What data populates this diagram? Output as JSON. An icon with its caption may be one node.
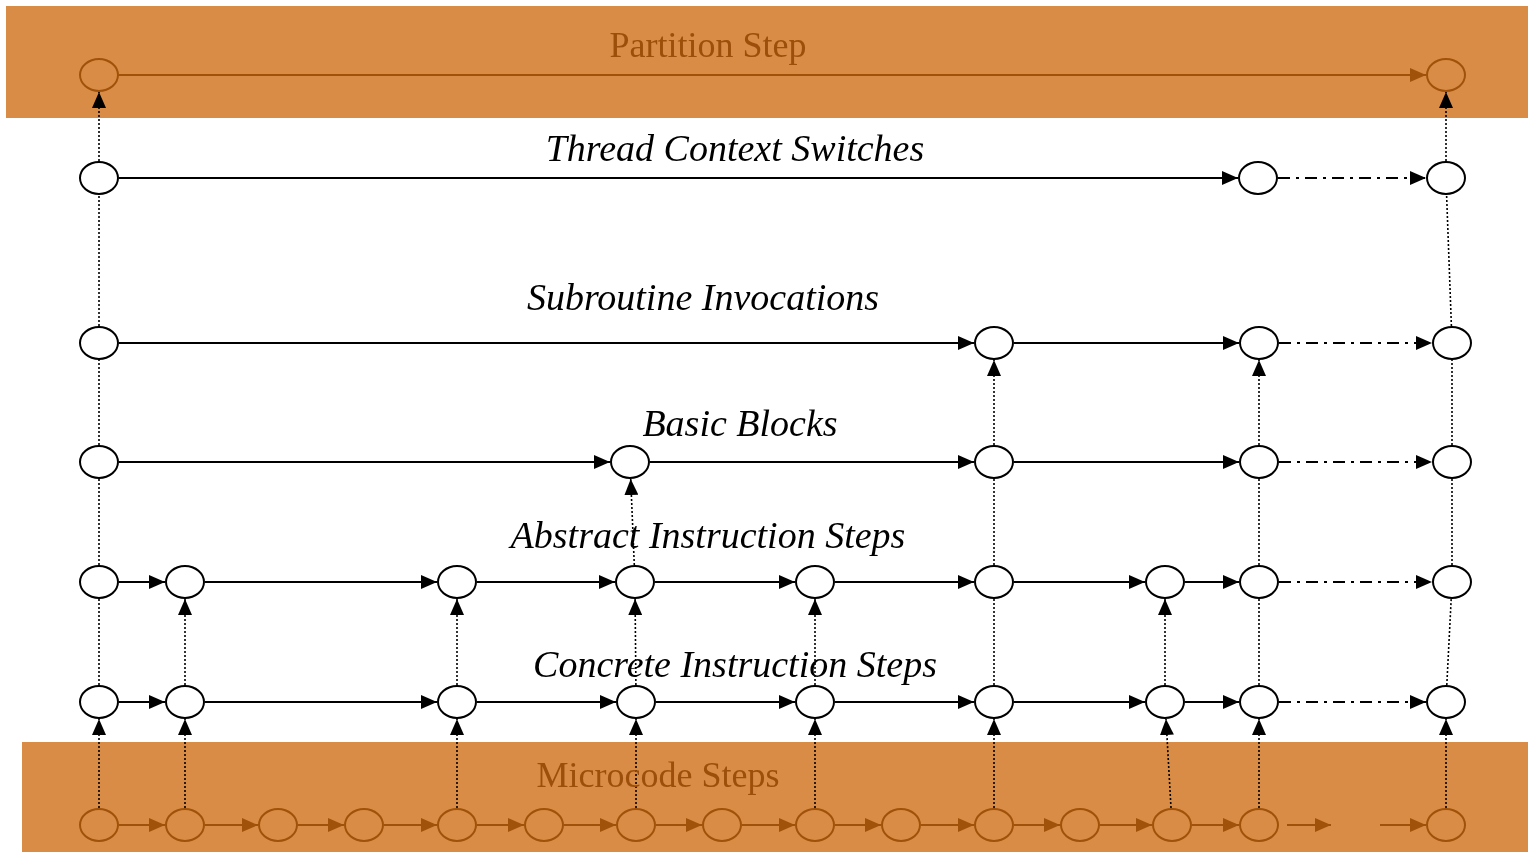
{
  "diagram": {
    "nodes": [
      {
        "text": [
          "Partition Step"
        ]
      },
      {
        "text": [],
        "shape": "circle",
        "in": 0
      },
      {
        "text": [],
        "shape": "circle",
        "in": 0
      },
      {
        "text": [],
        "shape": "circle"
      },
      {
        "text": [],
        "shape": "circle"
      },
      {
        "text": [],
        "shape": "circle"
      },
      {
        "text": [],
        "shape": "circle"
      },
      {
        "text": [],
        "shape": "circle"
      },
      {
        "text": [],
        "shape": "circle"
      },
      {
        "text": [],
        "shape": "circle"
      },
      {
        "text": [],
        "shape": "circle"
      },
      {
        "text": [],
        "shape": "circle"
      },
      {
        "text": [],
        "shape": "circle"
      },
      {
        "text": [],
        "shape": "circle"
      },
      {
        "text": [],
        "shape": "circle"
      },
      {
        "text": [],
        "shape": "circle"
      },
      {
        "text": [],
        "shape": "circle"
      },
      {
        "text": [],
        "shape": "circle"
      },
      {
        "text": [],
        "shape": "circle"
      },
      {
        "text": [],
        "shape": "circle"
      },
      {
        "text": [],
        "shape": "circle"
      },
      {
        "text": [],
        "shape": "circle"
      },
      {
        "text": [],
        "shape": "circle"
      },
      {
        "text": [],
        "shape": "circle"
      },
      {
        "text": [],
        "shape": "circle"
      },
      {
        "text": [],
        "shape": "circle"
      },
      {
        "text": [],
        "shape": "circle"
      },
      {
        "text": [],
        "shape": "circle"
      },
      {
        "text": [],
        "shape": "circle"
      },
      {
        "text": [],
        "shape": "circle"
      },
      {
        "text": [],
        "shape": "circle"
      },
      {
        "text": [],
        "shape": "circle"
      },
      {
        "text": [],
        "shape": "circle"
      },
      {
        "text": [
          "Microcode Steps"
        ]
      },
      {
        "text": [],
        "shape": "circle",
        "in": 33
      },
      {
        "text": [],
        "shape": "circle",
        "in": 33
      },
      {
        "text": [],
        "shape": "circle",
        "in": 33
      },
      {
        "text": [],
        "shape": "circle",
        "in": 33
      },
      {
        "text": [],
        "shape": "circle",
        "in": 33
      },
      {
        "text": [],
        "shape": "circle",
        "in": 33
      },
      {
        "text": [],
        "shape": "circle",
        "in": 33
      },
      {
        "text": [],
        "shape": "circle",
        "in": 33
      },
      {
        "text": [],
        "shape": "circle",
        "in": 33
      },
      {
        "text": [],
        "shape": "circle",
        "in": 33
      },
      {
        "text": [],
        "shape": "circle",
        "in": 33
      },
      {
        "text": [],
        "shape": "circle",
        "in": 33
      },
      {
        "text": [],
        "shape": "circle",
        "in": 33
      },
      {
        "text": [],
        "shape": "circle",
        "in": 33
      },
      {
        "text": [],
        "shape": "circle",
        "in": 33
      }
    ],
    "edges": [
      {
        "from": 1,
        "to": 2,
        "arrow": "to",
        "color": "#a0520a"
      },
      {
        "from": 3,
        "to": 4,
        "arrow": "to"
      },
      {
        "from": 4,
        "to": 5,
        "arrow": "to",
        "style": "dashed"
      },
      {
        "from": 6,
        "to": 7,
        "arrow": "to"
      },
      {
        "from": 7,
        "to": 8,
        "arrow": "to"
      },
      {
        "from": 8,
        "to": 9,
        "arrow": "to",
        "style": "dashed"
      },
      {
        "from": 10,
        "to": 11,
        "arrow": "to"
      },
      {
        "from": 11,
        "to": 12,
        "arrow": "to"
      },
      {
        "from": 12,
        "to": 13,
        "arrow": "to"
      },
      {
        "from": 13,
        "to": 14,
        "arrow": "to",
        "style": "dashed"
      },
      {
        "from": 15,
        "to": 16,
        "arrow": "to"
      },
      {
        "from": 16,
        "to": 17,
        "arrow": "to"
      },
      {
        "from": 17,
        "to": 18,
        "arrow": "to"
      },
      {
        "from": 18,
        "to": 19,
        "arrow": "to"
      },
      {
        "from": 19,
        "to": 20,
        "arrow": "to"
      },
      {
        "from": 20,
        "to": 21,
        "arrow": "to"
      },
      {
        "from": 21,
        "to": 22,
        "arrow": "to"
      },
      {
        "from": 22,
        "to": 23,
        "arrow": "to",
        "style": "dashed"
      },
      {
        "from": 24,
        "to": 25,
        "arrow": "to"
      },
      {
        "from": 25,
        "to": 26,
        "arrow": "to"
      },
      {
        "from": 26,
        "to": 27,
        "arrow": "to"
      },
      {
        "from": 27,
        "to": 28,
        "arrow": "to"
      },
      {
        "from": 28,
        "to": 29,
        "arrow": "to"
      },
      {
        "from": 29,
        "to": 30,
        "arrow": "to"
      },
      {
        "from": 30,
        "to": 31,
        "arrow": "to"
      },
      {
        "from": 31,
        "to": 32,
        "arrow": "to",
        "style": "dashed"
      },
      {
        "from": 34,
        "to": 35,
        "arrow": "to",
        "color": "#a0520a"
      },
      {
        "from": 35,
        "to": 36,
        "arrow": "to",
        "color": "#a0520a"
      },
      {
        "from": 36,
        "to": 37,
        "arrow": "to",
        "color": "#a0520a"
      },
      {
        "from": 37,
        "to": 38,
        "arrow": "to",
        "color": "#a0520a"
      },
      {
        "from": 38,
        "to": 39,
        "arrow": "to",
        "color": "#a0520a"
      },
      {
        "from": 39,
        "to": 40,
        "arrow": "to",
        "color": "#a0520a"
      },
      {
        "from": 40,
        "to": 41,
        "arrow": "to",
        "color": "#a0520a"
      },
      {
        "from": 41,
        "to": 42,
        "arrow": "to",
        "color": "#a0520a"
      },
      {
        "from": 42,
        "to": 43,
        "arrow": "to",
        "color": "#a0520a"
      },
      {
        "from": 43,
        "to": 44,
        "arrow": "to",
        "color": "#a0520a"
      },
      {
        "from": 44,
        "to": 45,
        "arrow": "to",
        "color": "#a0520a"
      },
      {
        "from": 45,
        "to": 46,
        "arrow": "to",
        "color": "#a0520a"
      },
      {
        "from": 46,
        "to": 47,
        "arrow": "to",
        "color": "#a0520a"
      },
      {
        "from": 47,
        "to": null,
        "arrow": "to",
        "color": "#a0520a"
      },
      {
        "from": null,
        "to": 48,
        "arrow": "to",
        "color": "#a0520a"
      },
      {
        "from": 34,
        "to": 24,
        "arrow": "to",
        "style": "dashed"
      },
      {
        "from": 24,
        "to": 15,
        "arrow": "none",
        "style": "dashed"
      },
      {
        "from": 15,
        "to": 10,
        "arrow": "none",
        "style": "dashed"
      },
      {
        "from": 10,
        "to": 6,
        "arrow": "none",
        "style": "dashed"
      },
      {
        "from": 6,
        "to": 3,
        "arrow": "none",
        "style": "dashed"
      },
      {
        "from": 3,
        "to": 1,
        "arrow": "to",
        "style": "dashed"
      },
      {
        "from": 35,
        "to": 25,
        "arrow": "to",
        "style": "dashed"
      },
      {
        "from": 25,
        "to": 16,
        "arrow": "to",
        "style": "dashed"
      },
      {
        "from": 38,
        "to": 26,
        "arrow": "to",
        "style": "dashed"
      },
      {
        "from": 26,
        "to": 17,
        "arrow": "to",
        "style": "dashed"
      },
      {
        "from": 40,
        "to": 27,
        "arrow": "to",
        "style": "dashed"
      },
      {
        "from": 27,
        "to": 18,
        "arrow": "to",
        "style": "dashed"
      },
      {
        "from": 18,
        "to": 11,
        "arrow": "to",
        "style": "dashed"
      },
      {
        "from": 42,
        "to": 28,
        "arrow": "to",
        "style": "dashed"
      },
      {
        "from": 28,
        "to": 19,
        "arrow": "to",
        "style": "dashed"
      },
      {
        "from": 44,
        "to": 29,
        "arrow": "to",
        "style": "dashed"
      },
      {
        "from": 29,
        "to": 20,
        "arrow": "none",
        "style": "dashed"
      },
      {
        "from": 20,
        "to": 12,
        "arrow": "none",
        "style": "dashed"
      },
      {
        "from": 12,
        "to": 7,
        "arrow": "to",
        "style": "dashed"
      },
      {
        "from": 46,
        "to": 30,
        "arrow": "to",
        "style": "dashed"
      },
      {
        "from": 30,
        "to": 21,
        "arrow": "to",
        "style": "dashed"
      },
      {
        "from": 47,
        "to": 31,
        "arrow": "to",
        "style": "dashed"
      },
      {
        "from": 31,
        "to": 22,
        "arrow": "none",
        "style": "dashed"
      },
      {
        "from": 22,
        "to": 13,
        "arrow": "none",
        "style": "dashed"
      },
      {
        "from": 13,
        "to": 8,
        "arrow": "to",
        "style": "dashed"
      },
      {
        "from": 48,
        "to": 32,
        "arrow": "to",
        "style": "dashed"
      },
      {
        "from": 32,
        "to": 23,
        "arrow": "none",
        "style": "dashed"
      },
      {
        "from": 23,
        "to": 14,
        "arrow": "none",
        "style": "dashed"
      },
      {
        "from": 14,
        "to": 9,
        "arrow": "none",
        "style": "dashed"
      },
      {
        "from": 9,
        "to": 5,
        "arrow": "none",
        "style": "dashed"
      },
      {
        "from": 5,
        "to": 2,
        "arrow": "to",
        "style": "dashed"
      }
    ],
    "labels": [
      "Thread Context Switches",
      "Subroutine Invocations",
      "Basic Blocks",
      "Abstract Instruction Steps",
      "Concrete Instruction Steps"
    ]
  }
}
